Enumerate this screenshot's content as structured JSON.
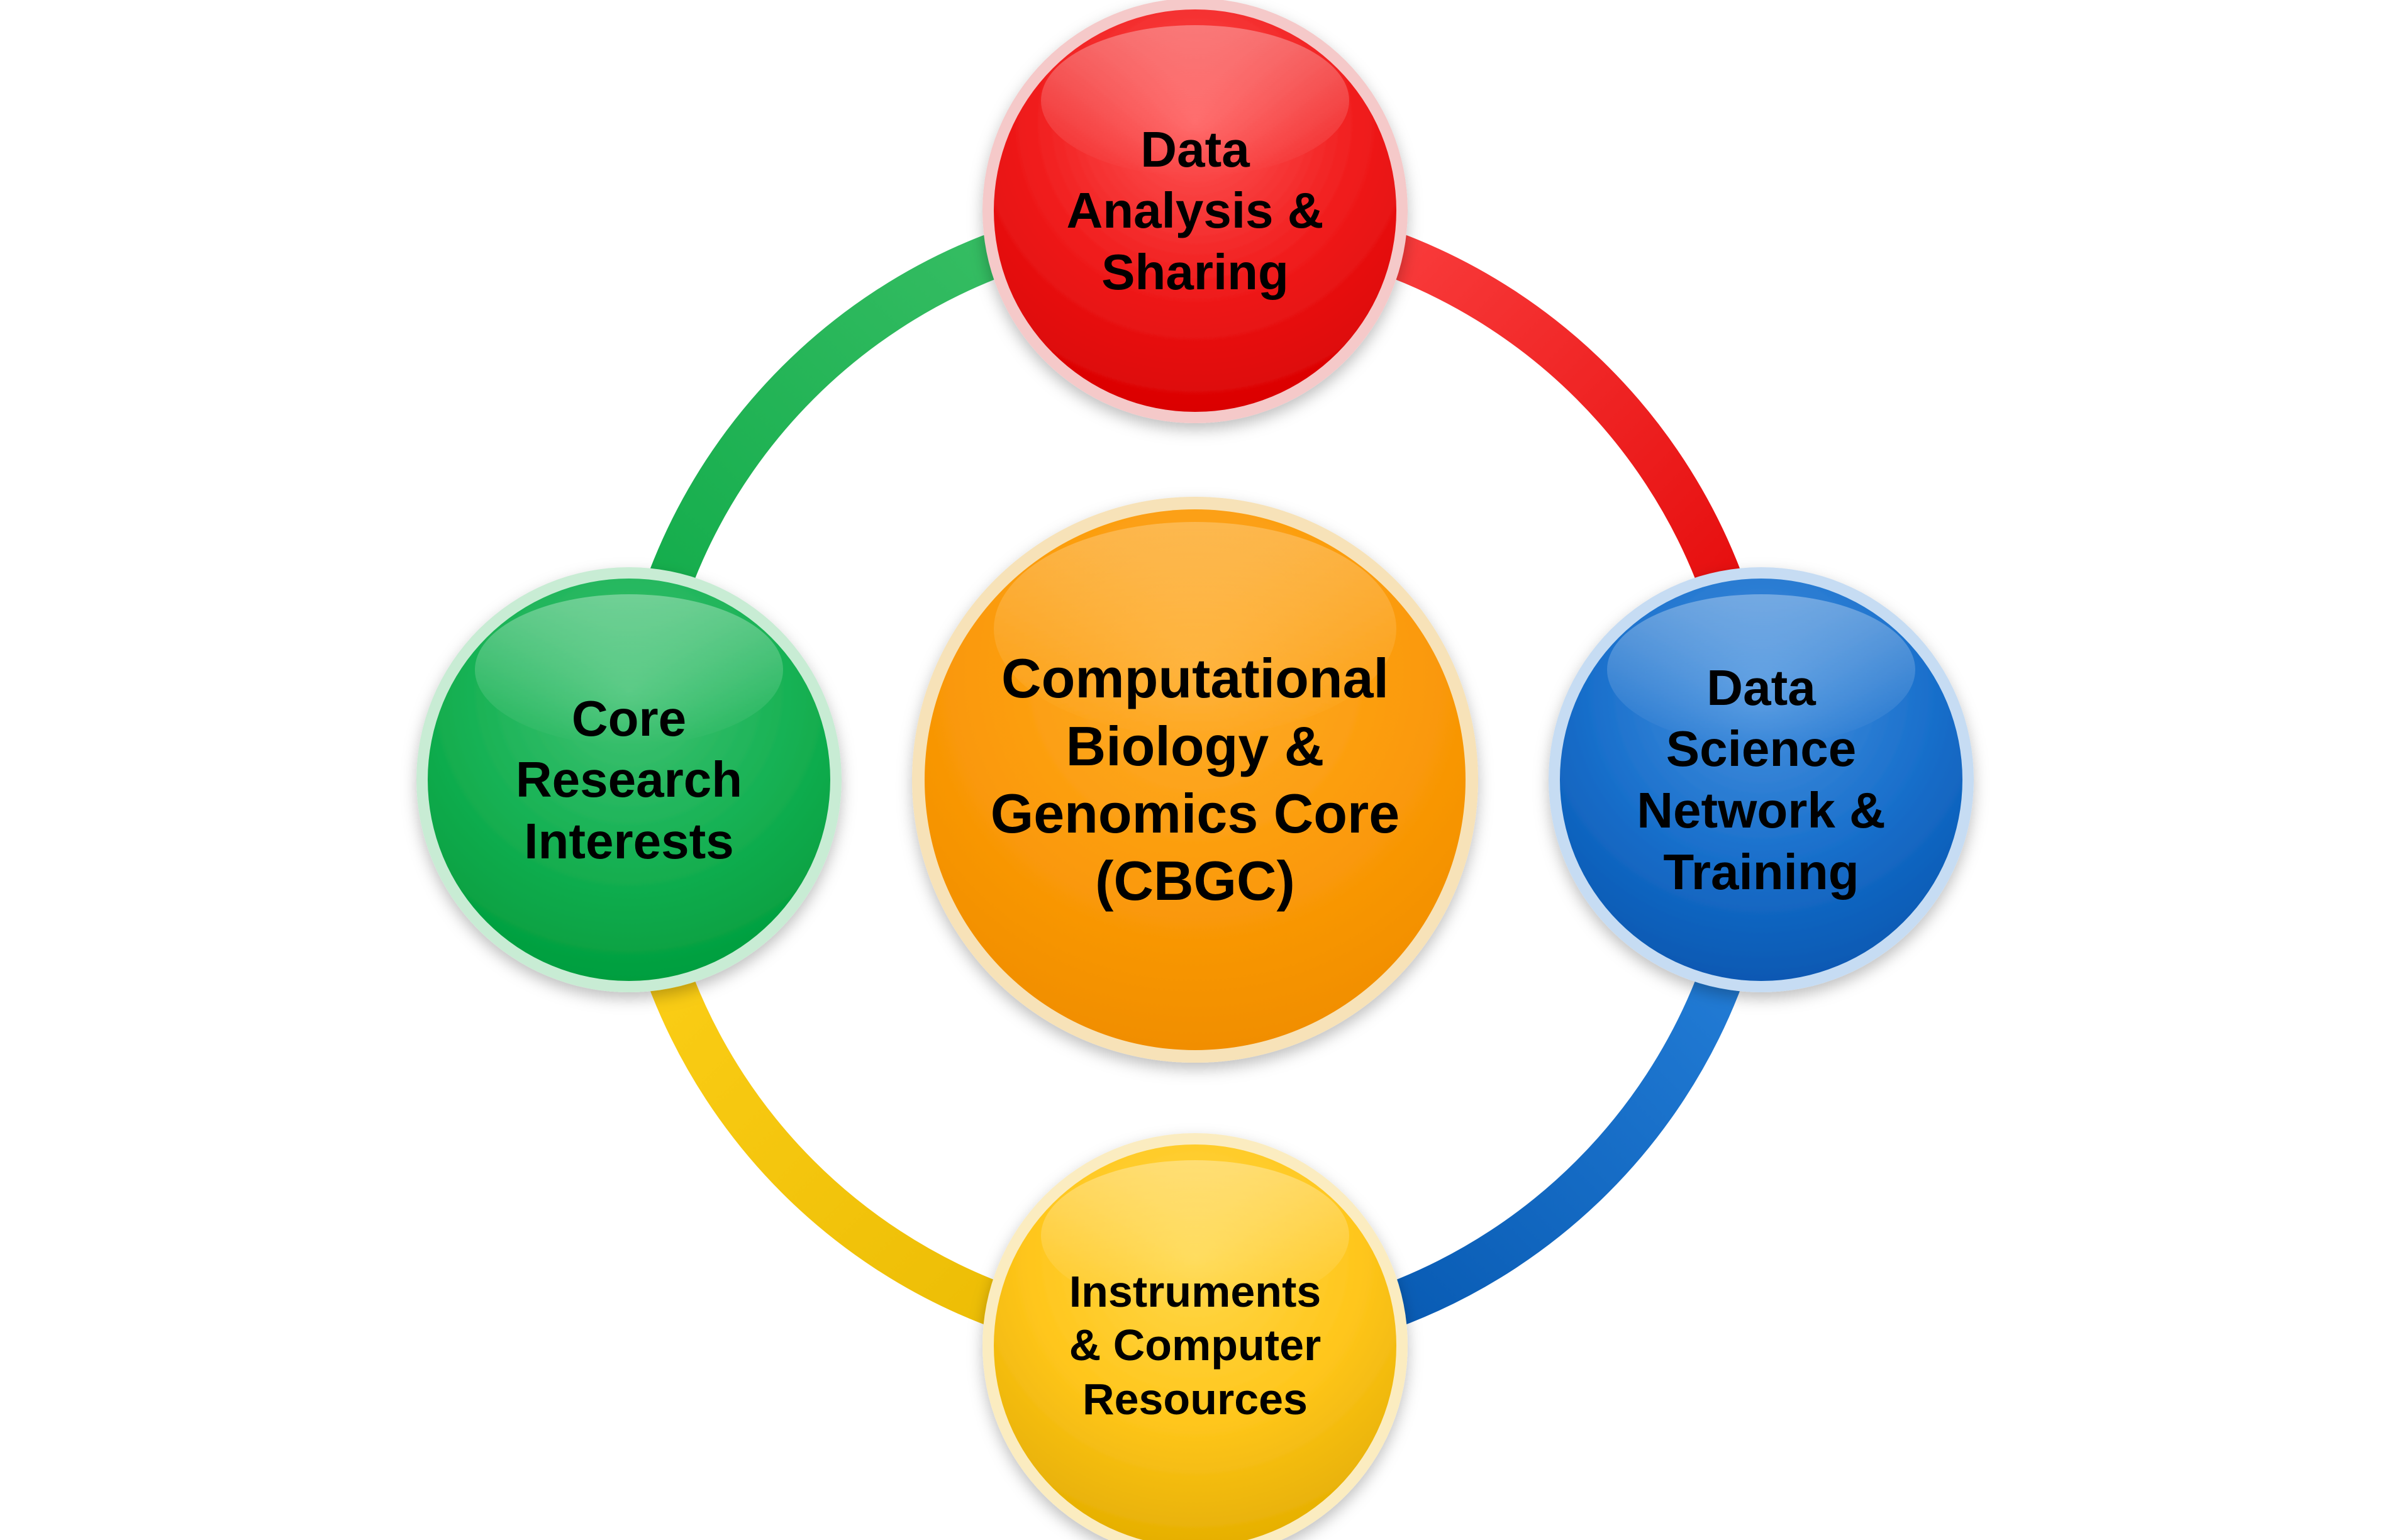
{
  "diagram": {
    "center": {
      "lines": [
        "Computational",
        "Biology &",
        "Genomics Core",
        "(CBGC)"
      ],
      "color": "#ff9900"
    },
    "nodes": [
      {
        "id": "data-analysis",
        "lines": [
          "Data",
          "Analysis &",
          "Sharing"
        ],
        "color": "#ee1111"
      },
      {
        "id": "data-science",
        "lines": [
          "Data",
          "Science",
          "Network &",
          "Training"
        ],
        "color": "#0a64c8"
      },
      {
        "id": "instruments",
        "lines": [
          "Instruments",
          "& Computer",
          "Resources"
        ],
        "color": "#ffc400"
      },
      {
        "id": "core-research",
        "lines": [
          "Core",
          "Research",
          "Interests"
        ],
        "color": "#0db04b"
      }
    ],
    "ring_colors": {
      "top_right": "#ee1111",
      "bottom_right": "#0a64c8",
      "bottom_left": "#f2c300",
      "top_left": "#14b050"
    }
  }
}
